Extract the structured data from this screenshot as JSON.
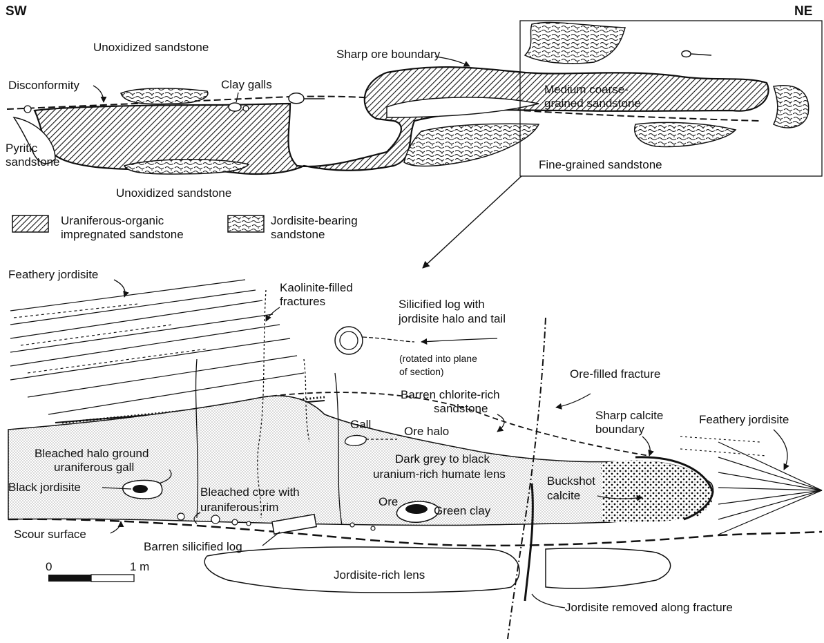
{
  "orientation": {
    "left": "SW",
    "right": "NE"
  },
  "upper_section": {
    "labels": {
      "unoxidized_top": "Unoxidized sandstone",
      "sharp_ore_boundary": "Sharp ore boundary",
      "disconformity": "Disconformity",
      "clay_galls": "Clay galls",
      "medium_coarse_line1": "Medium coarse-",
      "medium_coarse_line2": "grained sandstone",
      "pyritic_line1": "Pyritic",
      "pyritic_line2": "sandstone",
      "unoxidized_bottom": "Unoxidized sandstone",
      "fine_grained": "Fine-grained sandstone"
    }
  },
  "legend": {
    "uraniferous_line1": "Uraniferous-organic",
    "uraniferous_line2": "impregnated sandstone",
    "jordisite_line1": "Jordisite-bearing",
    "jordisite_line2": "sandstone"
  },
  "lower_section": {
    "labels": {
      "feathery_left": "Feathery jordisite",
      "kaolinite_line1": "Kaolinite-filled",
      "kaolinite_line2": "fractures",
      "silicified_line1": "Silicified log with",
      "silicified_line2": "jordisite halo and tail",
      "rotated_line1": "(rotated into plane",
      "rotated_line2": "of section)",
      "ore_filled_fracture": "Ore-filled fracture",
      "barren_chlorite_line1": "Barren chlorite-rich",
      "barren_chlorite_line2": "sandstone",
      "gall": "Gall",
      "ore_halo": "Ore halo",
      "sharp_calcite_line1": "Sharp calcite",
      "sharp_calcite_line2": "boundary",
      "feathery_right": "Feathery jordisite",
      "bleached_halo_line1": "Bleached halo ground",
      "bleached_halo_line2": "uraniferous gall",
      "dark_grey_line1": "Dark grey to black",
      "dark_grey_line2": "uranium-rich humate lens",
      "buckshot_line1": "Buckshot",
      "buckshot_line2": "calcite",
      "black_jordisite": "Black jordisite",
      "bleached_core_line1": "Bleached core with",
      "bleached_core_line2": "uraniferous rim",
      "ore": "Ore",
      "green_clay": "Green clay",
      "scour_surface": "Scour surface",
      "barren_silicified_log": "Barren silicified log",
      "jordisite_rich_lens": "Jordisite-rich lens",
      "jordisite_removed": "Jordisite removed along fracture"
    }
  },
  "scale_bar": {
    "zero": "0",
    "one_m": "1 m"
  }
}
